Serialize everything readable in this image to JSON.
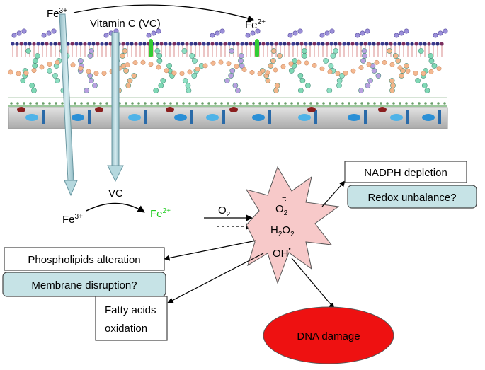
{
  "top": {
    "fe3": "Fe",
    "fe3_sup": "3+",
    "vc": "Vitamin C (VC)",
    "fe2": "Fe",
    "fe2_sup": "2+"
  },
  "cell": {
    "vc": "VC",
    "fe3": "Fe",
    "fe3_sup": "3+",
    "fe2": "Fe",
    "fe2_sup": "2+",
    "o2": "O",
    "o2_sub": "2"
  },
  "ros": {
    "superoxide": "O",
    "superoxide_sub": "2",
    "superoxide_mark": "·",
    "superoxide_charge": "−",
    "peroxide_h": "H",
    "peroxide_sub1": "2",
    "peroxide_o": "O",
    "peroxide_sub2": "2",
    "hydroxyl": "OH",
    "hydroxyl_mark": "•"
  },
  "boxes": {
    "nadph": "NADPH depletion",
    "redox": "Redox unbalance?",
    "phospholipids": "Phospholipids alteration",
    "membrane": "Membrane disruption?",
    "fatty_line1": "Fatty acids",
    "fatty_line2": "oxidation",
    "dna": "DNA damage"
  },
  "colors": {
    "box_fill": "#c6e3e6",
    "burst_fill": "#f7c9c9",
    "dna_fill": "#ee1111",
    "fe2_green": "#22cc22",
    "membrane_base": "#c8c8c8"
  }
}
